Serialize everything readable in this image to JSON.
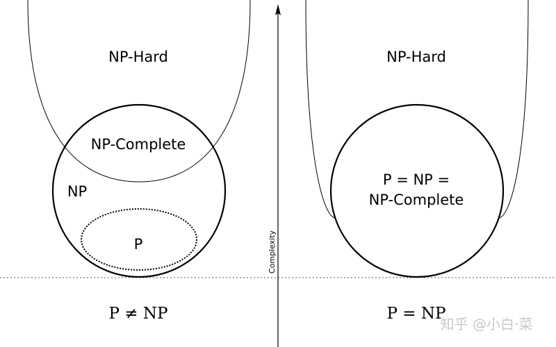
{
  "left": {
    "np_hard_label": "NP-Hard",
    "np_complete_label": "NP-Complete",
    "np_label": "NP",
    "p_label": "P",
    "caption": "P ≠ NP"
  },
  "right": {
    "np_hard_label": "NP-Hard",
    "merged_label_line1": "P = NP =",
    "merged_label_line2": "NP-Complete",
    "caption": "P = NP"
  },
  "axis": {
    "label": "Complexity"
  },
  "watermark": {
    "text": "知乎 @小白·菜",
    "color": "#c8c8c8"
  }
}
